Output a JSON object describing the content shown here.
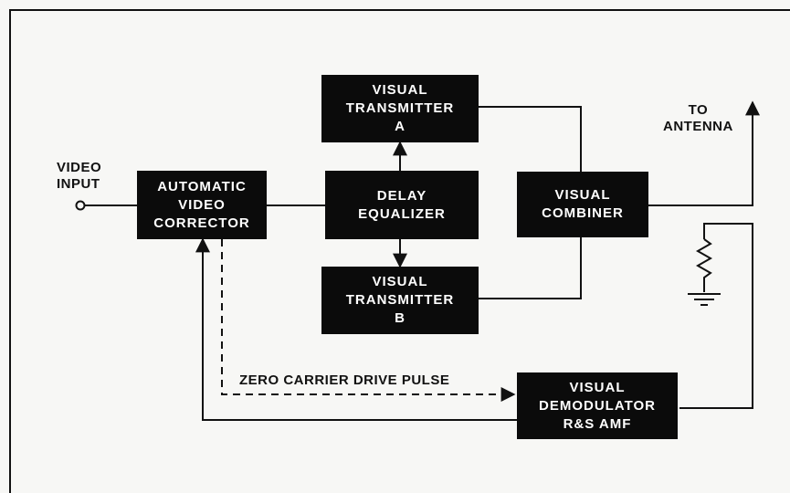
{
  "blocks": {
    "avc": "AUTOMATIC\nVIDEO\nCORRECTOR",
    "delay": "DELAY\nEQUALIZER",
    "tx_a": "VISUAL\nTRANSMITTER\nA",
    "tx_b": "VISUAL\nTRANSMITTER\nB",
    "combiner": "VISUAL\nCOMBINER",
    "demod": "VISUAL\nDEMODULATOR\nR&S  AMF"
  },
  "labels": {
    "video_input": "VIDEO\nINPUT",
    "to_antenna": "TO\nANTENNA",
    "pulse": "ZERO CARRIER DRIVE PULSE"
  },
  "colors": {
    "block_fill": "#0b0b0b",
    "line": "#111111",
    "background": "#f7f7f5"
  }
}
